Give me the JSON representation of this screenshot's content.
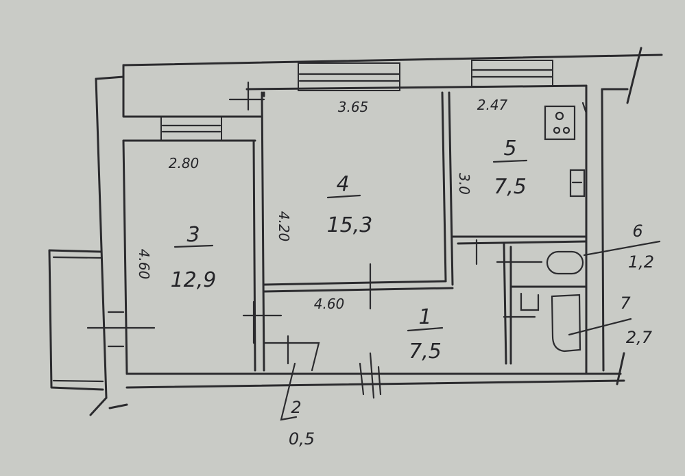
{
  "rooms": [
    {
      "number": "3",
      "area": "12,9"
    },
    {
      "number": "4",
      "area": "15,3"
    },
    {
      "number": "5",
      "area": "7,5"
    },
    {
      "number": "1",
      "area": "7,5"
    },
    {
      "number": "2",
      "area": "0,5"
    },
    {
      "number": "6",
      "area": "1,2"
    },
    {
      "number": "7",
      "area": "2,7"
    }
  ],
  "dimensions": {
    "room3_width": "2.80",
    "room3_height": "4.60",
    "room4_width": "3.65",
    "room4_height": "4.20",
    "room5_width": "2.47",
    "room5_height": "3.0",
    "corridor_width": "4.60"
  },
  "colors": {
    "paper": "#c9cbc6",
    "ink": "#2b2b2e"
  },
  "icons": {
    "stove": "stove-icon",
    "sink": "sink-icon",
    "bathtub": "bathtub-icon",
    "toilet": "toilet-icon"
  }
}
